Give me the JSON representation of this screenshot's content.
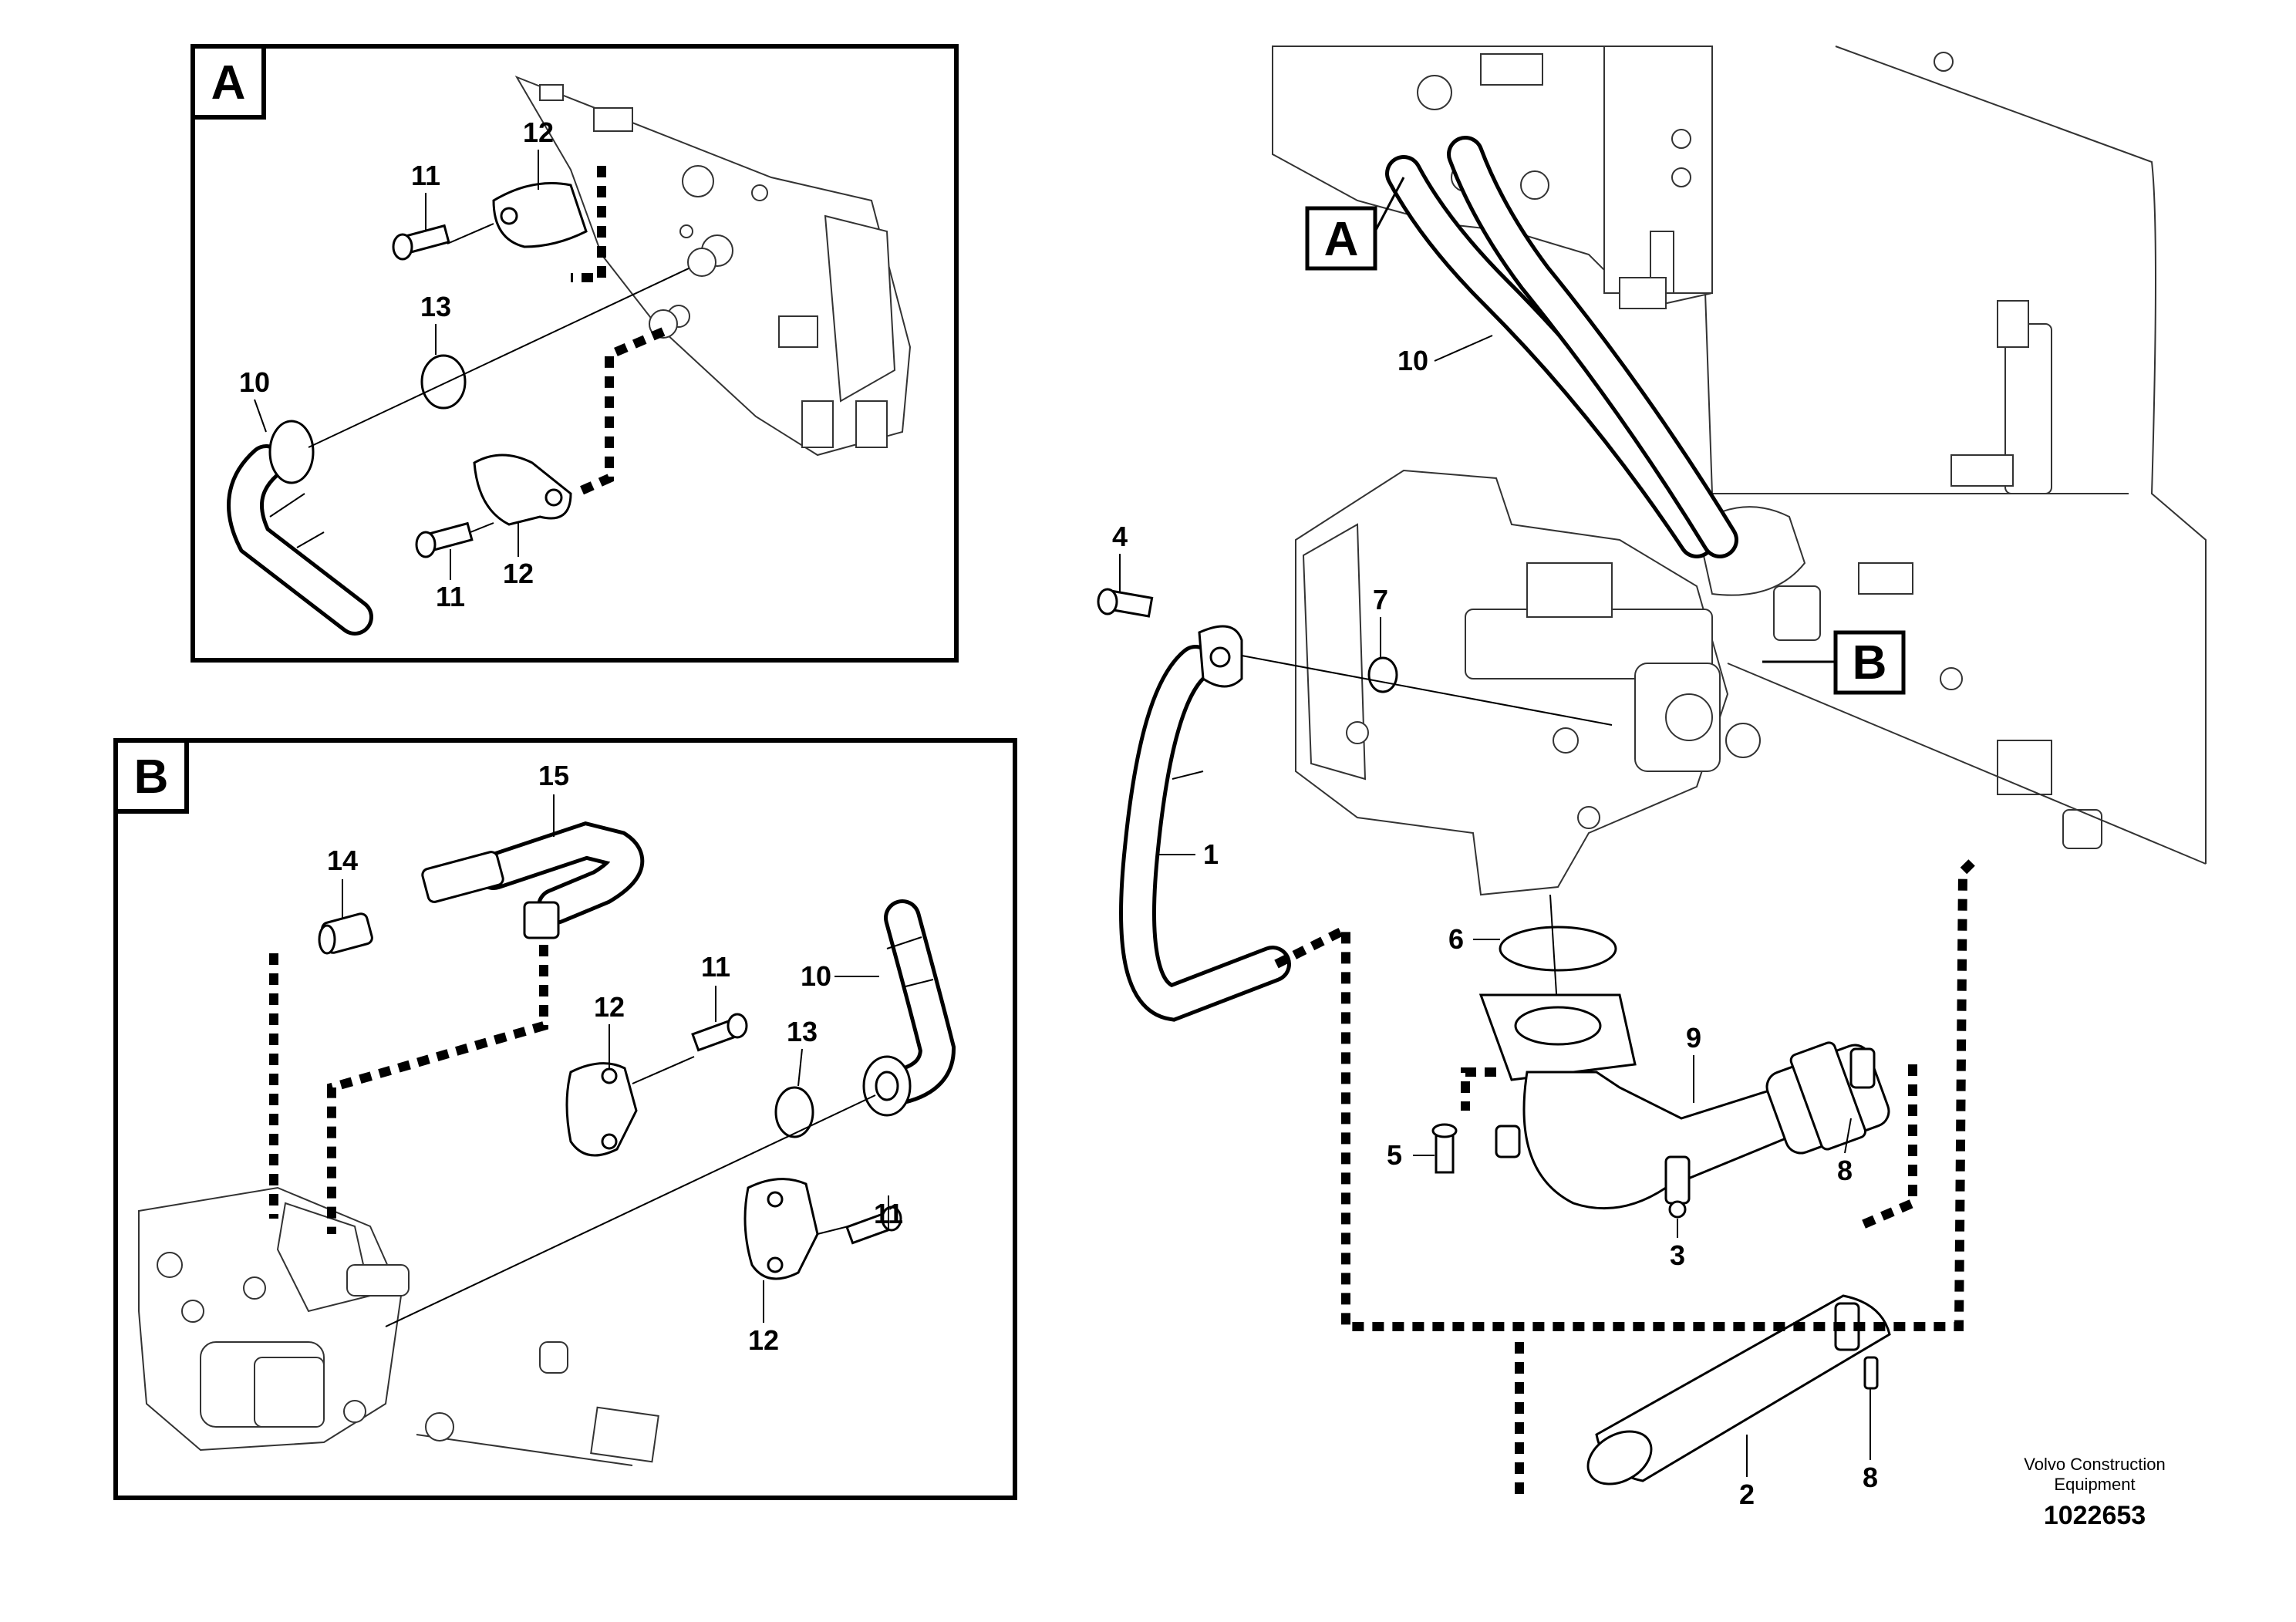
{
  "detail_views": [
    {
      "label": "A",
      "callouts": [
        "11",
        "12",
        "13",
        "10",
        "12",
        "11"
      ]
    },
    {
      "label": "B",
      "callouts": [
        "15",
        "14",
        "11",
        "10",
        "12",
        "13",
        "11",
        "12"
      ]
    }
  ],
  "main_view": {
    "callouts": [
      "10",
      "4",
      "7",
      "1",
      "6",
      "9",
      "8",
      "5",
      "3",
      "2",
      "8"
    ],
    "view_markers": [
      "A",
      "B"
    ]
  },
  "credit": {
    "line1": "Volvo Construction",
    "line2": "Equipment",
    "document_number": "1022653"
  }
}
